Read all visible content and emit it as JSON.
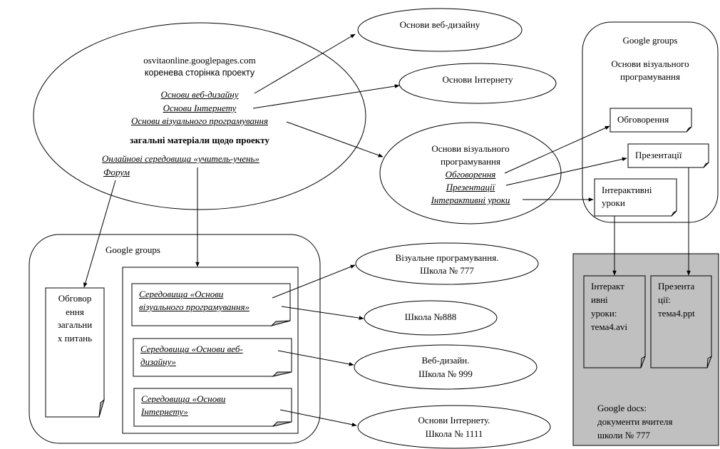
{
  "colors": {
    "stroke": "#000000",
    "docs_fill": "#c0c0c0",
    "fold_fill": "#c0c0c0",
    "background": "#ffffff"
  },
  "root": {
    "domain": "osvitaonline.googlepages.com",
    "subtitle": "коренева сторінка проекту",
    "links": {
      "web_design": "Основи веб-дизайну",
      "internet": "Основи Інтернету",
      "visual_prog": "Основи візуального програмування"
    },
    "general_materials": "загальні матеріали щодо проекту",
    "online_envs": "Онлайнові середовища «учитель-учень»",
    "forum": "Форум"
  },
  "pages": {
    "web_design": "Основи веб-дизайну",
    "internet": "Основи Інтернету",
    "visual_prog": {
      "title_line1": "Основи візуального",
      "title_line2": "програмування",
      "links": [
        "Обговорення",
        "Презентації",
        "Інтерактивні уроки"
      ]
    }
  },
  "right_group": {
    "title": "Google groups",
    "subtitle_line1": "Основи візуального",
    "subtitle_line2": "програмування",
    "notes": {
      "discussion": "Обговорення",
      "presentations": "Презентації",
      "lessons_line1": "Інтерактивні",
      "lessons_line2": "уроки"
    }
  },
  "docs": {
    "file1": [
      "Інтеракт",
      "ивні",
      "уроки:",
      "тема4.avi"
    ],
    "file2": [
      "Презента",
      "ції:",
      "тема4.ppt"
    ],
    "caption": [
      "Google docs:",
      "документи вчителя",
      "школи № 777"
    ]
  },
  "left_group": {
    "title": "Google groups",
    "forum_note": [
      "Обговор",
      "ення",
      "загальни",
      "х питань"
    ],
    "envs": [
      [
        "Середовища «Основи",
        "візуального програмування»"
      ],
      [
        "Середовища «Основи веб-",
        "дизайну»"
      ],
      [
        "Середовища «Основи",
        "Інтернету»"
      ]
    ]
  },
  "schools": [
    [
      "Візуальне програмування.",
      "Школа № 777"
    ],
    [
      "Школа №888"
    ],
    [
      "Веб-дизайн.",
      "Школа № 999"
    ],
    [
      "Основи Інтернету.",
      "Школа № 1111"
    ]
  ]
}
